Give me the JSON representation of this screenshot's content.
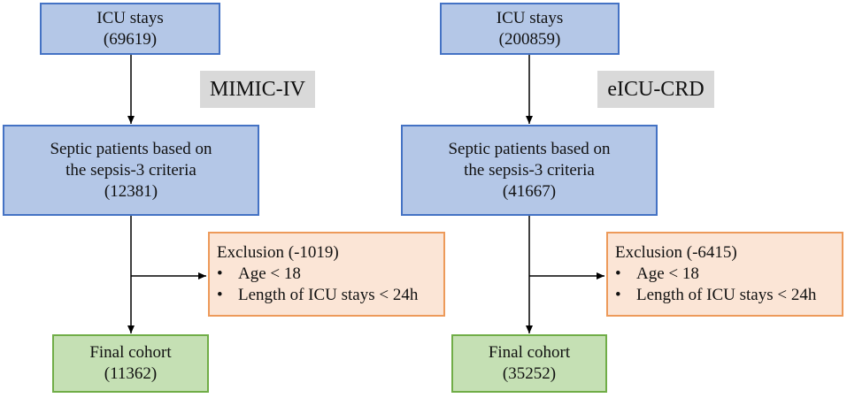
{
  "left": {
    "source_label": "MIMIC-IV",
    "box1": {
      "line1": "ICU stays",
      "line2": "(69619)"
    },
    "box2": {
      "line1": "Septic patients based on",
      "line2": "the sepsis-3 criteria",
      "line3": "(12381)"
    },
    "exclusion": {
      "title": "Exclusion (-1019)",
      "items": [
        "Age < 18",
        "Length of ICU stays < 24h"
      ]
    },
    "box3": {
      "line1": "Final cohort",
      "line2": "(11362)"
    }
  },
  "right": {
    "source_label": "eICU-CRD",
    "box1": {
      "line1": "ICU stays",
      "line2": "(200859)"
    },
    "box2": {
      "line1": "Septic patients based on",
      "line2": "the sepsis-3 criteria",
      "line3": "(41667)"
    },
    "exclusion": {
      "title": "Exclusion (-6415)",
      "items": [
        "Age < 18",
        "Length of ICU stays < 24h"
      ]
    },
    "box3": {
      "line1": "Final cohort",
      "line2": "(35252)"
    }
  },
  "bullet_glyph": "•",
  "colors": {
    "blue_fill": "#b4c7e7",
    "blue_border": "#4472c4",
    "green_fill": "#c5e0b4",
    "green_border": "#70ad47",
    "orange_fill": "#fbe5d6",
    "orange_border": "#ed9a5a",
    "label_fill": "#d9d9d9"
  }
}
